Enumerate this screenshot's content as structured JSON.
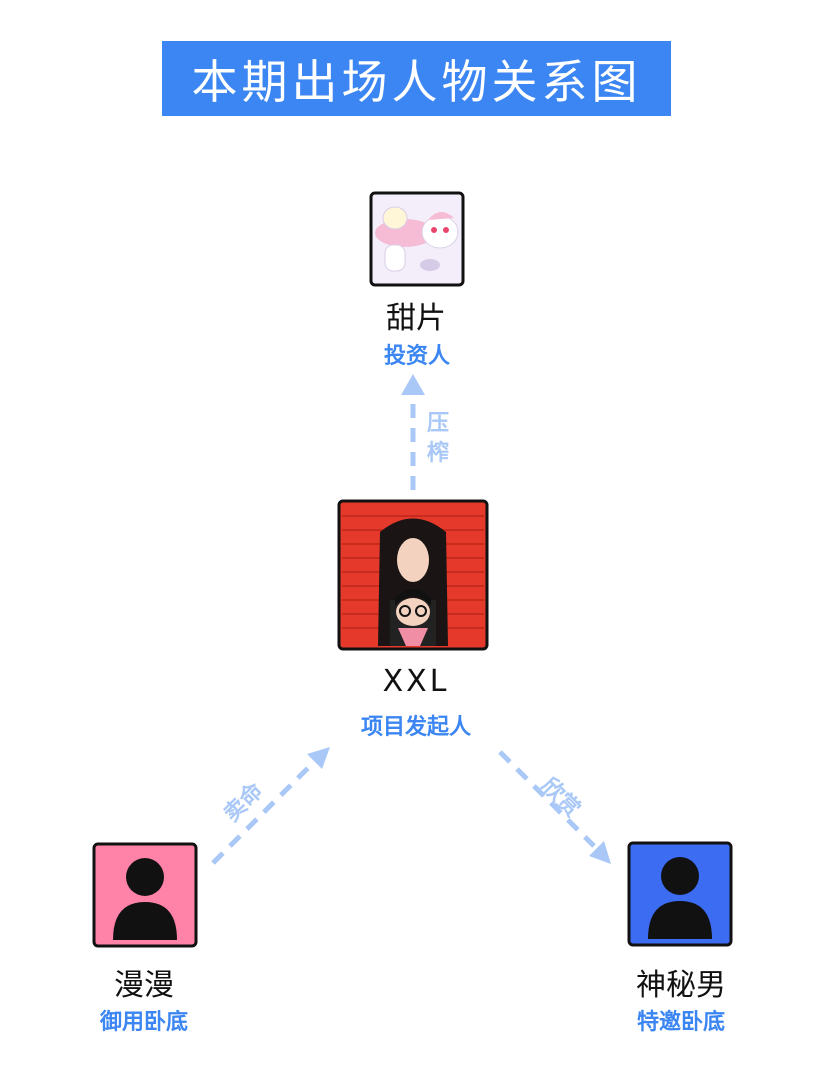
{
  "title": "本期出场人物关系图",
  "colors": {
    "title_bg": "#3b86f2",
    "role_text": "#3b86f2",
    "arrow": "#a9c8f7",
    "xxl_bg": "#e5392b",
    "manman_bg": "#ff82a9",
    "mystery_bg": "#3b6cf2"
  },
  "nodes": {
    "tianpian": {
      "name": "甜片",
      "role": "投资人",
      "avatar": "cartoon-illustration"
    },
    "xxl": {
      "name": "XXL",
      "role": "项目发起人",
      "avatar": "illustrated-portrait"
    },
    "manman": {
      "name": "漫漫",
      "role": "御用卧底",
      "avatar": "person-silhouette-icon"
    },
    "mystery": {
      "name": "神秘男",
      "role": "特邀卧底",
      "avatar": "person-silhouette-icon"
    }
  },
  "edges": {
    "xxl_to_tianpian": "压榨",
    "manman_to_xxl": "卖命",
    "xxl_to_mystery": "欣赏"
  }
}
